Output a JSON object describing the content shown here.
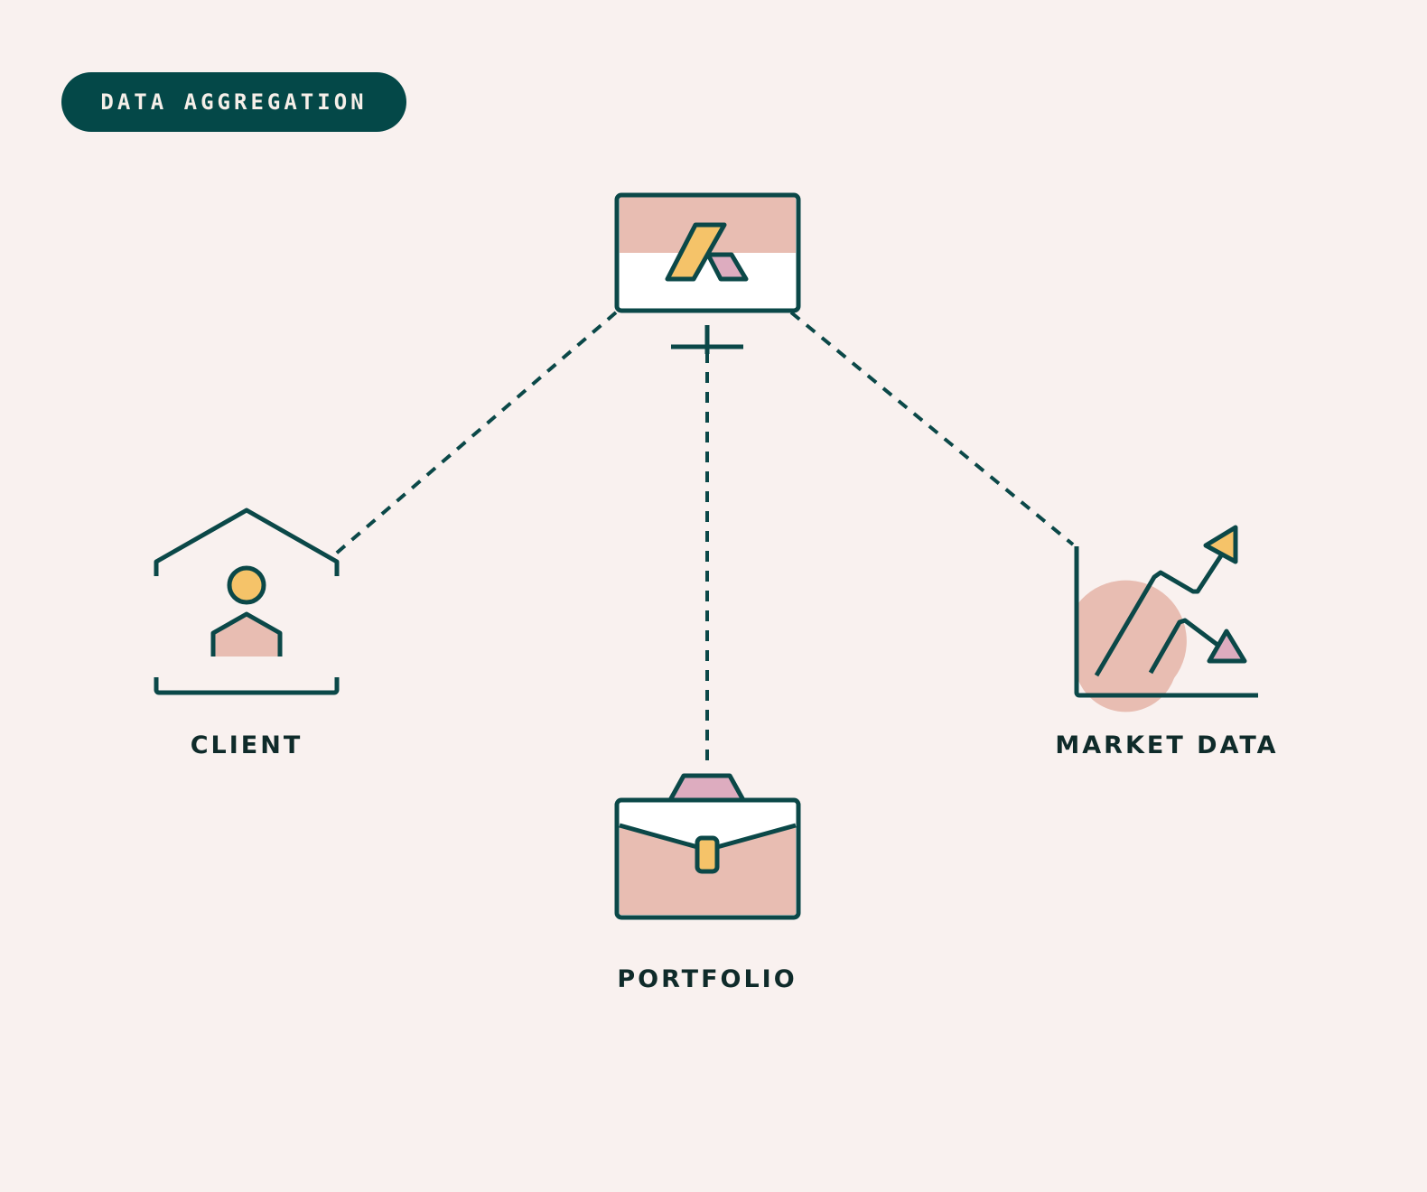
{
  "badge": {
    "text": "DATA AGGREGATION"
  },
  "nodes": {
    "client": {
      "label": "CLIENT"
    },
    "portfolio": {
      "label": "PORTFOLIO"
    },
    "market": {
      "label": "MARKET DATA"
    }
  },
  "colors": {
    "background": "#f9f1ef",
    "stroke": "#0b4848",
    "badge": "#044848",
    "pink": "#e8bdb2",
    "mauve": "#ddacbf",
    "yellow": "#f5c369"
  },
  "icons": {
    "center": "app-logo-window-icon",
    "client": "person-in-house-icon",
    "portfolio": "briefcase-icon",
    "market": "trend-chart-icon"
  }
}
